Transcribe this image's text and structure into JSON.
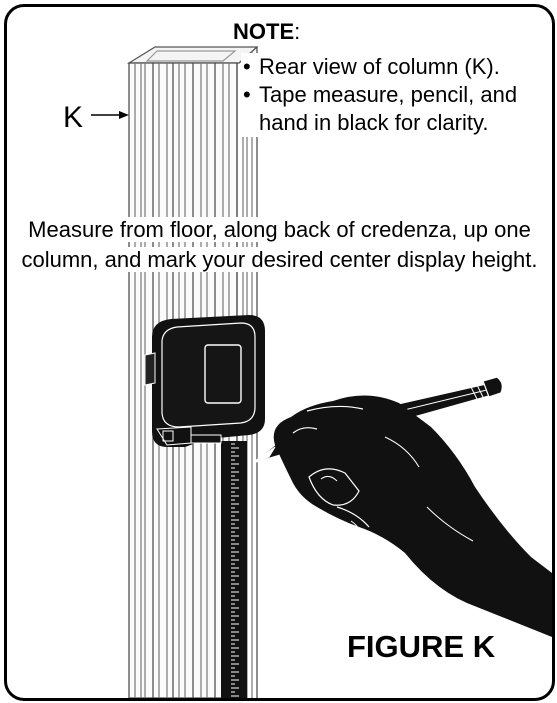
{
  "note": {
    "heading": "NOTE",
    "colon": ":",
    "items": [
      "Rear view of column (K).",
      "Tape measure, pencil, and hand in black for clarity."
    ]
  },
  "callout_label": "K",
  "instruction": "Measure from floor, along back of credenza, up one column, and mark your desired center display height.",
  "figure_label": "FIGURE K"
}
